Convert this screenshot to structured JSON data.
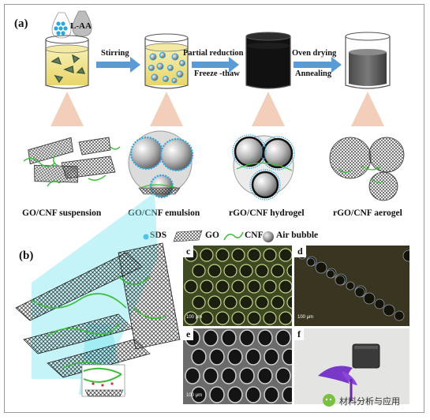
{
  "panels": {
    "a": "(a)",
    "b": "(b)",
    "c": "c",
    "d": "d",
    "e": "e",
    "f": "f"
  },
  "reagent": "L-AA",
  "steps": {
    "stirring": "Stirring",
    "partial_reduction": "Partial reduction",
    "freeze_thaw": "Freeze -thaw",
    "oven_drying": "Oven drying",
    "annealing": "Annealing"
  },
  "captions": {
    "suspension": "GO/CNF suspension",
    "emulsion": "GO/CNF emulsion",
    "hydrogel": "rGO/CNF hydrogel",
    "aerogel": "rGO/CNF aerogel"
  },
  "legend": {
    "sds": "SDS",
    "go": "GO",
    "cnf": "CNF",
    "air_bubble": "Air bubble"
  },
  "scale_bars": {
    "c": "100 μm",
    "d": "100 μm",
    "e": "100 μm"
  },
  "watermark": "材料分析与应用",
  "colors": {
    "arrow": "#5b9bd5",
    "beam": "#f2c9b3",
    "sds": "#2aa6e0",
    "cnf": "#3dbb3d",
    "cyan_beam": "#7fe6f0"
  }
}
